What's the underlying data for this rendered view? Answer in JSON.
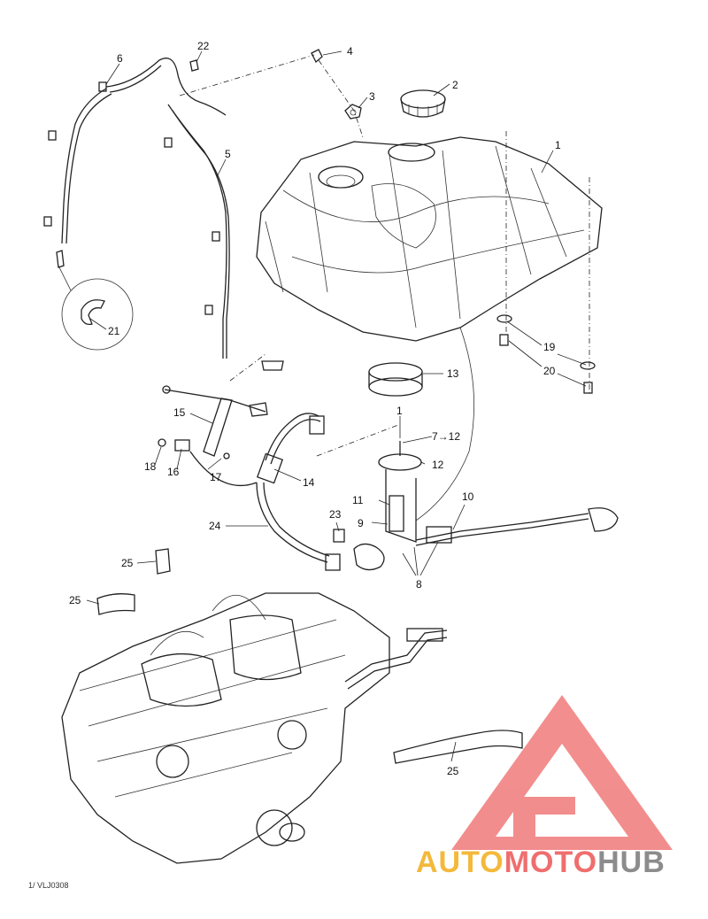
{
  "callouts": {
    "c1": "1",
    "c2": "2",
    "c3": "3",
    "c4": "4",
    "c5": "5",
    "c6": "6",
    "c7_12": "7→12",
    "c8": "8",
    "c9": "9",
    "c10": "10",
    "c11": "11",
    "c12": "12",
    "c13": "13",
    "c14": "14",
    "c15": "15",
    "c16": "16",
    "c17": "17",
    "c18": "18",
    "c19": "19",
    "c20": "20",
    "c21": "21",
    "c22": "22",
    "c23": "23",
    "c24": "24",
    "c25a": "25",
    "c25b": "25",
    "c25c": "25",
    "c1b": "1"
  },
  "reference_code": "1/ VLJ0308",
  "watermark": {
    "auto": "AUTO",
    "moto": "MOTO",
    "hub": "HUB",
    "color_auto": "#f4b93b",
    "color_moto": "#ef6e6e",
    "color_hub": "#8c8c8c",
    "logo_color": "#f07a7a"
  }
}
